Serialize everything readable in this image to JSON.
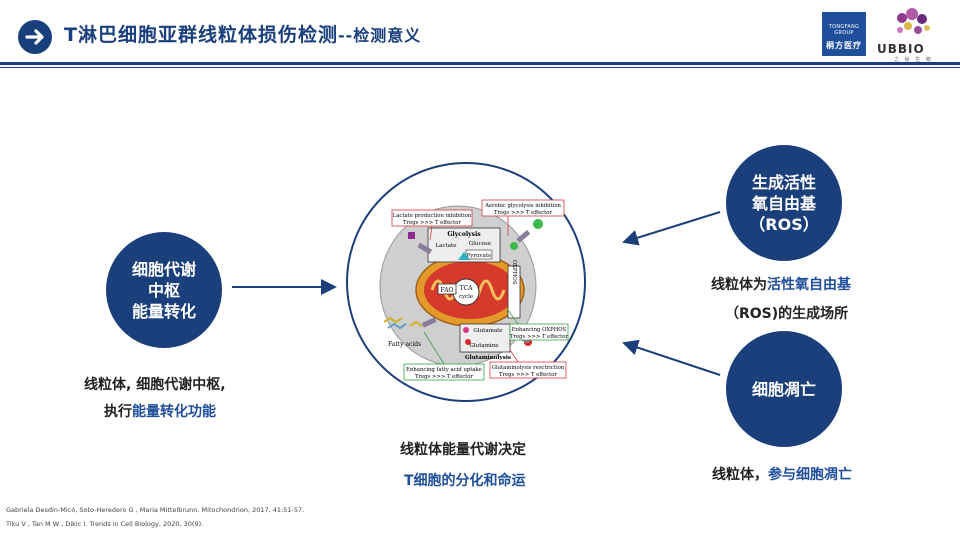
{
  "header": {
    "title": "T淋巴细胞亚群线粒体损伤检测",
    "subtitle": "--检测意义",
    "icon": "arrow-right-icon",
    "accent_color": "#1b3f7a"
  },
  "logos": {
    "tongfang_en": "TONGFANG GROUP",
    "tongfang_cn": "桐方医疗",
    "ubbio_name": "UBBIO",
    "ubbio_cn": "之 秘 生 物"
  },
  "left_circle": {
    "lines": [
      "细胞代谢",
      "中枢",
      "能量转化"
    ]
  },
  "left_caption": {
    "line1": "线粒体, 细胞代谢中枢,",
    "line2_prefix": "执行",
    "line2_highlight": "能量转化功能"
  },
  "center_caption": {
    "line1": "线粒体能量代谢决定",
    "line2": "T细胞的分化和命运"
  },
  "ros_circle": {
    "lines": [
      "生成活性",
      "氧自由基",
      "（ROS）"
    ]
  },
  "ros_caption": {
    "line1_prefix": "线粒体为",
    "line1_highlight": "活性氧自由基",
    "line2": "（ROS)的生成场所"
  },
  "apoptosis_circle": {
    "lines": [
      "细胞凋亡"
    ]
  },
  "apoptosis_caption": {
    "prefix": "线粒体，",
    "highlight": "参与细胞凋亡"
  },
  "diagram": {
    "box_lactate": [
      "Lactate production inhibition",
      "Tregs >>> T effector"
    ],
    "box_aerobic": [
      "Aerobic glycolysis inhibition",
      "Tregs >>> T effector"
    ],
    "box_oxphos": [
      "Enhancing OXPHOS",
      "Tregs >>> T effector"
    ],
    "box_fatty": [
      "Enhancing fatty acid uptake",
      "Tregs >>> T effector"
    ],
    "box_glutamin": [
      "Glutaminolysis resctriction",
      "Tregs >>> T effector"
    ],
    "glycolysis": "Glycolysis",
    "glucose": "Glucose",
    "lactate": "Lactate",
    "pyruvate": "Pyruvate",
    "fao": "FAO",
    "tca": "TCA",
    "cycle": "cycle",
    "oxphos_vertical": "OXPHOS",
    "glutamate": "Glutamate",
    "glutamine": "Glutamine",
    "glutaminolysis": "Glutaminolysis",
    "fatty_acids": "Fatty acids"
  },
  "references": [
    "Gabriela Desdín-Micó, Soto-Heredero G , Maria Mittelbrunn. Mitochondrion, 2017, 41:51-57.",
    "Tiku V , Tan M W , Dikic I. Trends in Cell Biology, 2020, 30(9)."
  ]
}
